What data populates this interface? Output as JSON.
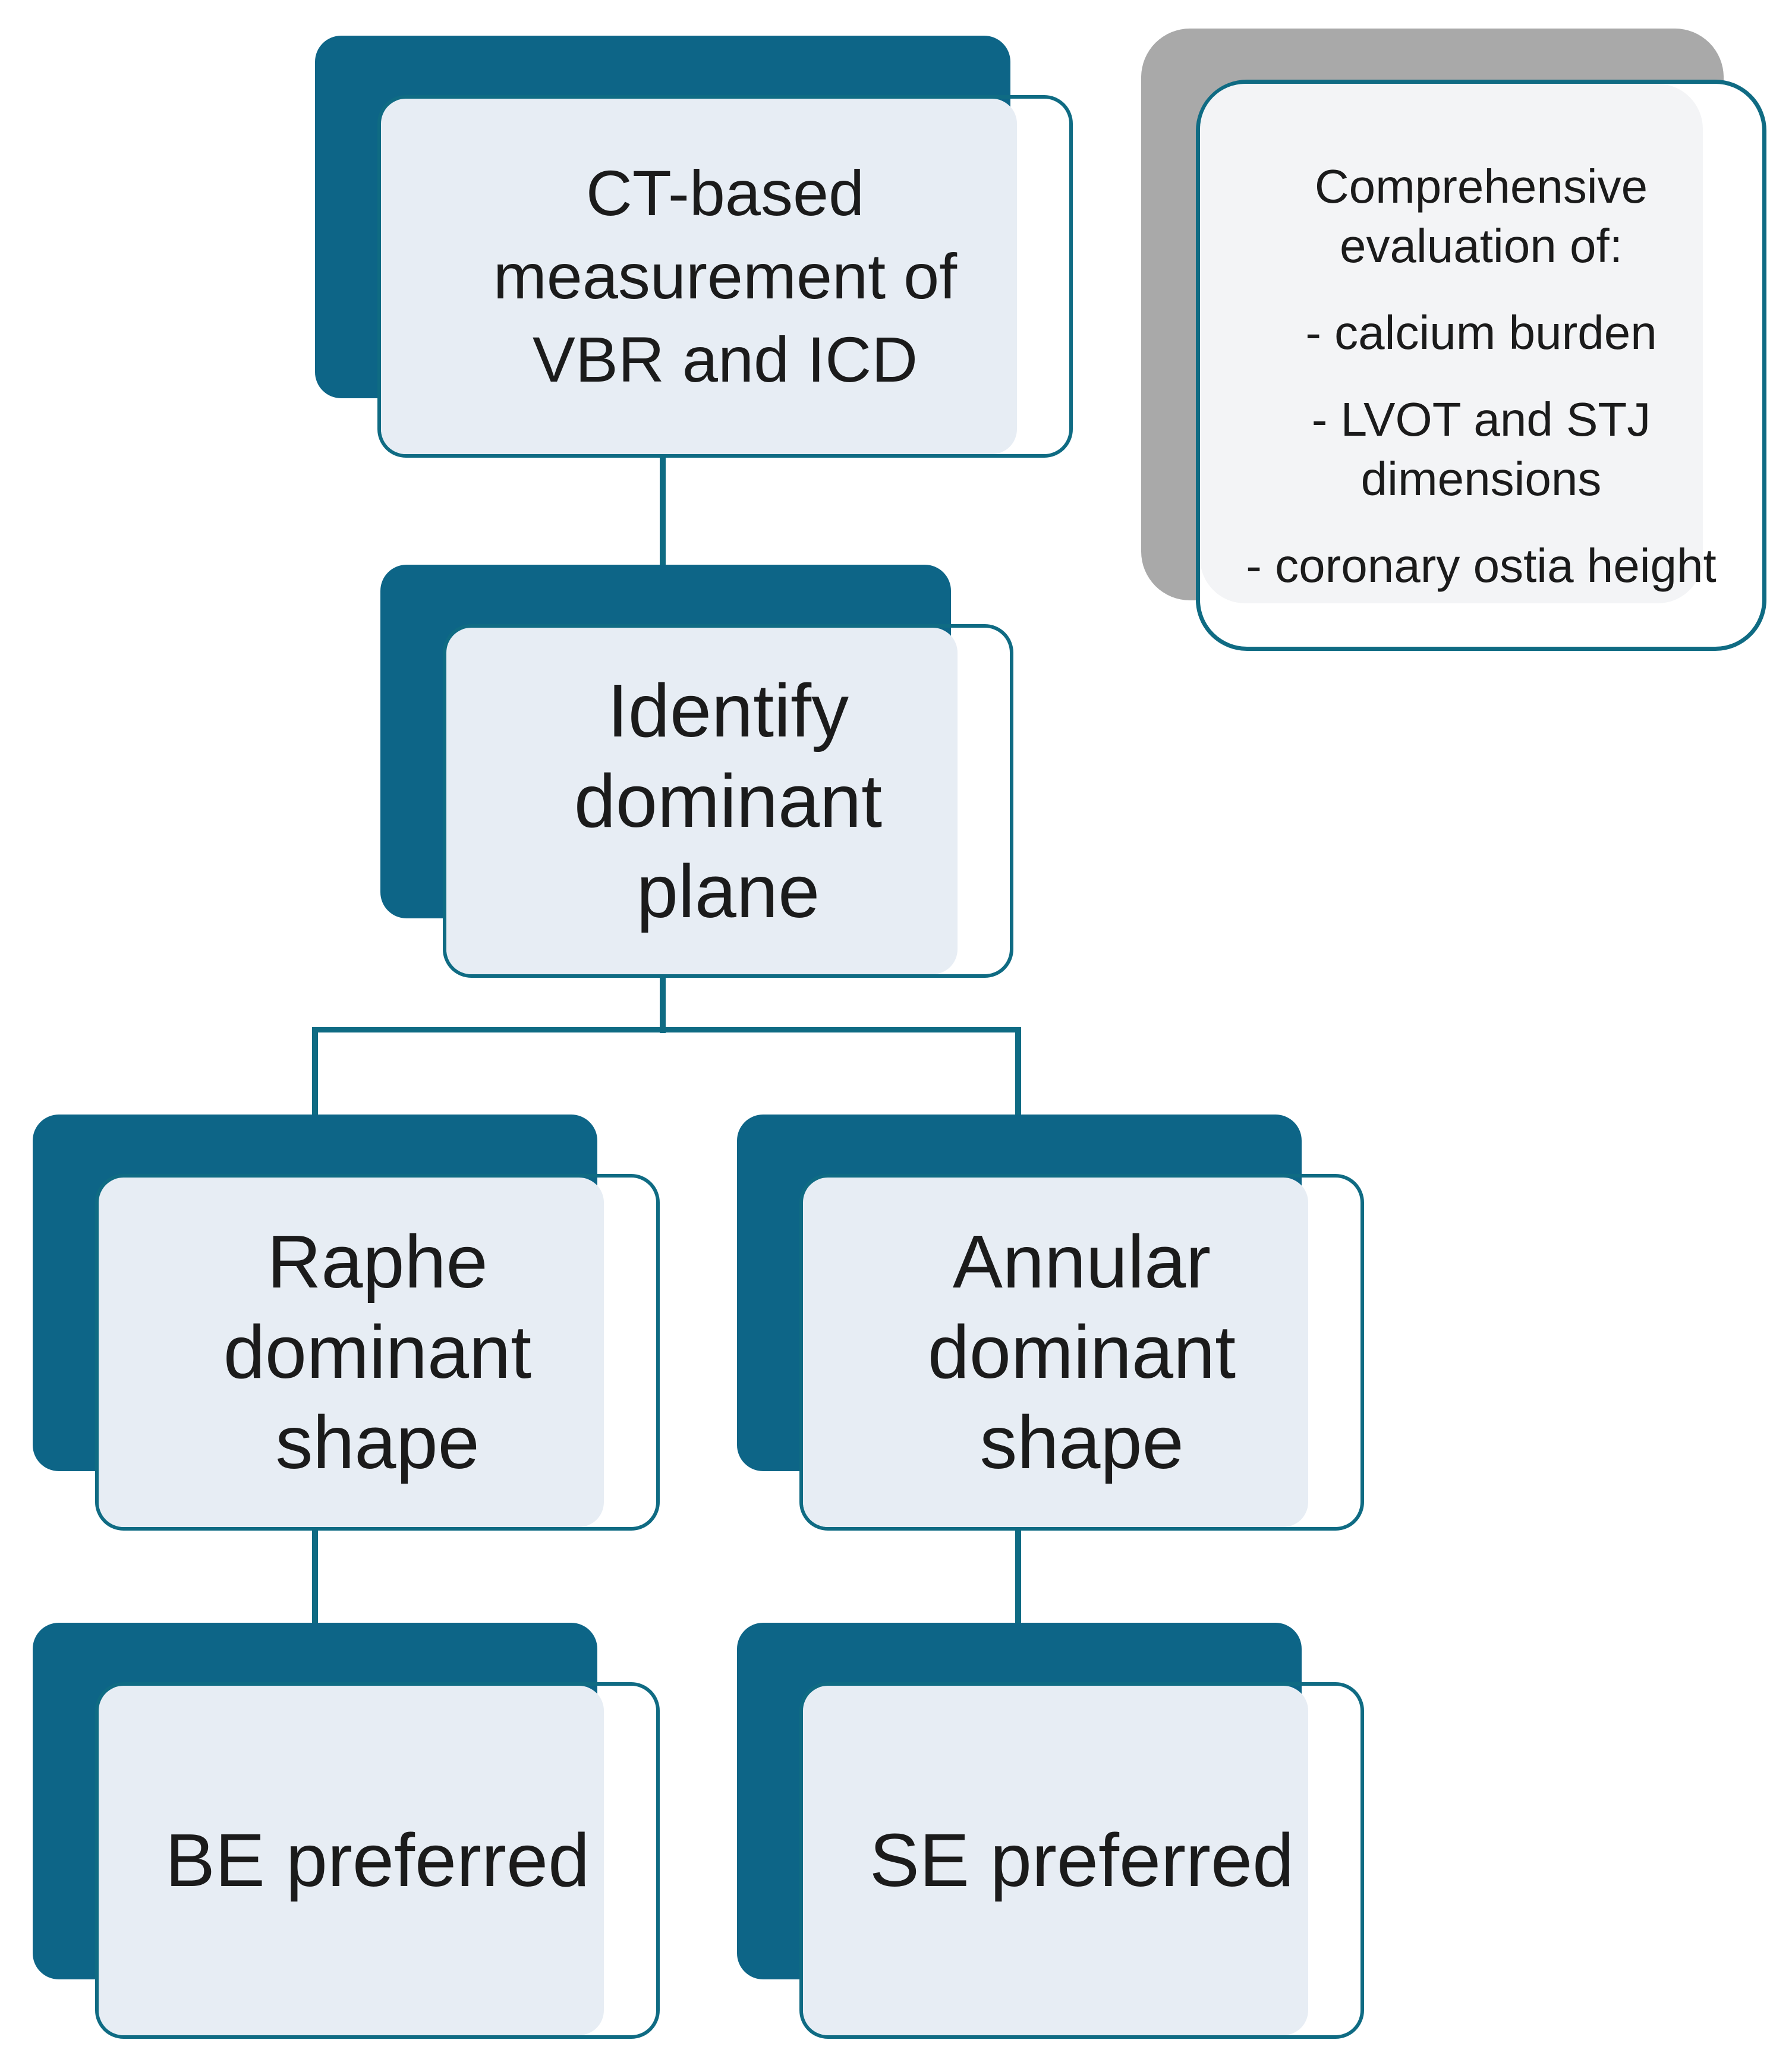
{
  "colors": {
    "dark_teal": "#0d6587",
    "border_teal": "#0f6b83",
    "connector": "#0f6b83",
    "light_fill": "#e7edf4",
    "note_fill": "#f3f4f6",
    "note_shadow": "#a9a9a9",
    "text": "#1b1b1b",
    "background": "#ffffff"
  },
  "nodes": [
    {
      "id": "ct",
      "lines": [
        "CT-based",
        "measurement of",
        "VBR and ICD"
      ]
    },
    {
      "id": "identify",
      "lines": [
        "Identify",
        "dominant",
        "plane"
      ]
    },
    {
      "id": "raphe",
      "lines": [
        "Raphe",
        "dominant",
        "shape"
      ]
    },
    {
      "id": "annular",
      "lines": [
        "Annular",
        "dominant",
        "shape"
      ]
    },
    {
      "id": "be",
      "lines": [
        "BE preferred"
      ]
    },
    {
      "id": "se",
      "lines": [
        "SE preferred"
      ]
    }
  ],
  "note": {
    "title_lines": [
      "Comprehensive",
      "evaluation of:"
    ],
    "items": [
      [
        "- calcium burden"
      ],
      [
        "- LVOT and STJ",
        "dimensions"
      ],
      [
        "- coronary ostia height"
      ]
    ]
  }
}
